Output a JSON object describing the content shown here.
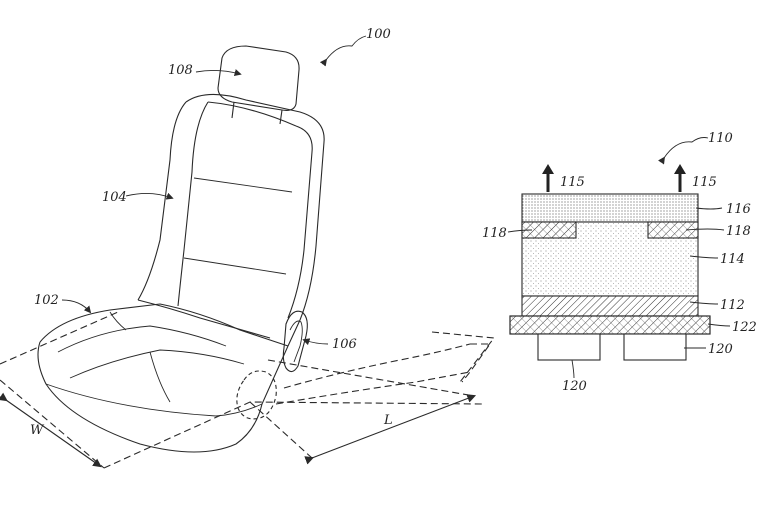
{
  "figure": {
    "seat_assembly": {
      "ref_seat": "100",
      "ref_headrest": "108",
      "ref_backrest": "104",
      "ref_cushion": "102",
      "ref_control": "106",
      "dim_width": "W",
      "dim_length": "L"
    },
    "layer_stack": {
      "ref_stack": "110",
      "ref_flow_left": "115",
      "ref_flow_right": "115",
      "ref_top_layer": "116",
      "ref_insert_left": "118",
      "ref_insert_right": "118",
      "ref_core": "114",
      "ref_lower_layer": "112",
      "ref_base_plate": "122",
      "ref_foot_right": "120",
      "ref_foot_left": "120"
    }
  }
}
